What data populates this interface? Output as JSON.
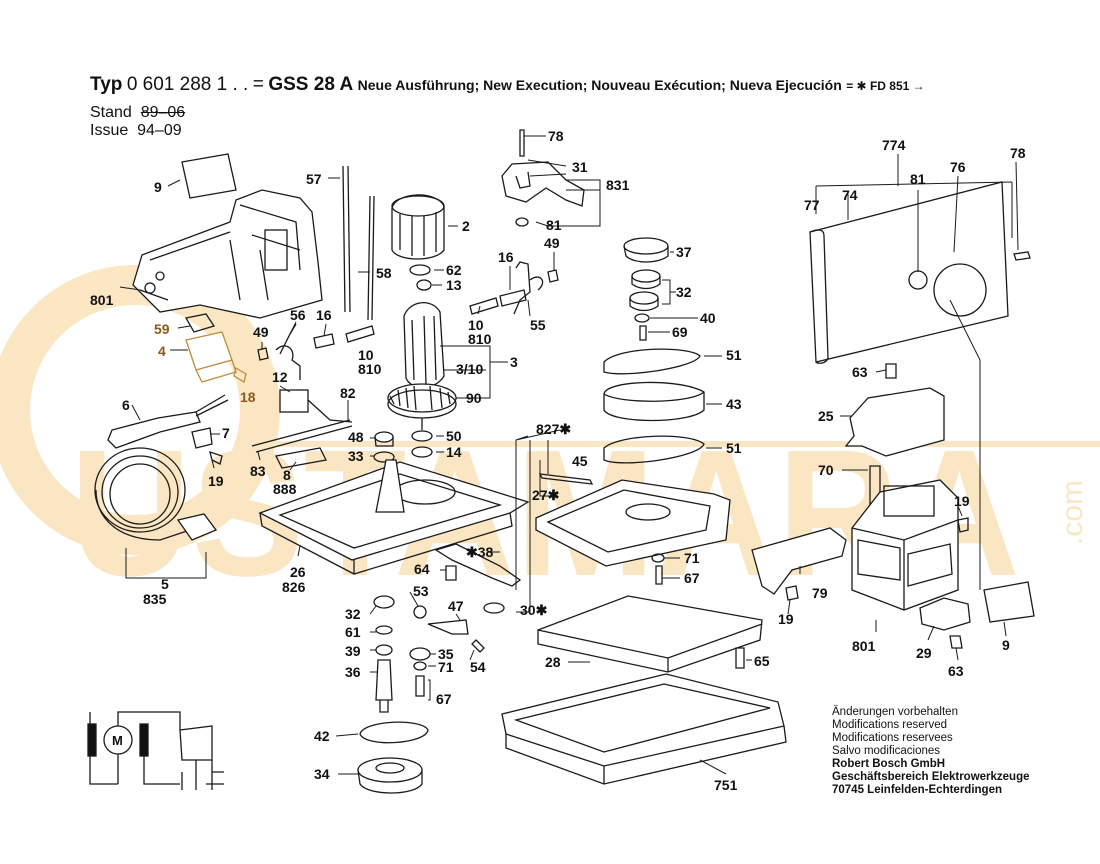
{
  "header": {
    "typ_label": "Typ",
    "type_number": "0 601 288 1 . .",
    "equals": "=",
    "model": "GSS 28 A",
    "execution_text": "Neue Ausführung; New Execution; Nouveau Exécution; Nueva Ejecución",
    "fd_ref": "= ✱ FD 851 →"
  },
  "stand": {
    "stand_label": "Stand",
    "stand_old_value": "89–06",
    "issue_label": "Issue",
    "issue_value": "94–09"
  },
  "notes": {
    "lines": [
      "Änderungen vorbehalten",
      "Modifications reserved",
      "Modifications reservees",
      "Salvo modificaciones"
    ],
    "company": [
      "Robert Bosch GmbH",
      "Geschäftsbereich Elektrowerkzeuge",
      "70745 Leinfelden-Echterdingen"
    ]
  },
  "watermark": {
    "text": "USTAMARA",
    "suffix": ".com",
    "color": "#f6c97a"
  },
  "colors": {
    "line": "#1a1a1a",
    "highlight": "#c08a3c"
  },
  "parts": {
    "p9a": "9",
    "p57": "57",
    "p58": "58",
    "p801a": "801",
    "p59": "59",
    "p4": "4",
    "p18": "18",
    "p6": "6",
    "p7": "7",
    "p19a": "19",
    "p5": "5",
    "p835": "835",
    "p49a": "49",
    "p56": "56",
    "p16a": "16",
    "p10a": "10",
    "p810a": "810",
    "p12": "12",
    "p82": "82",
    "p83": "83",
    "p8": "8",
    "p888": "888",
    "p48": "48",
    "p33": "33",
    "p50": "50",
    "p14": "14",
    "p26": "26",
    "p826": "826",
    "p2": "2",
    "p62": "62",
    "p13": "13",
    "p3": "3",
    "p310": "3/10",
    "p90": "90",
    "p78a": "78",
    "p31": "31",
    "p831": "831",
    "p81a": "81",
    "p16b": "16",
    "p49b": "49",
    "p55": "55",
    "p10b": "10",
    "p810b": "810",
    "p37": "37",
    "p32a": "32",
    "p40": "40",
    "p69": "69",
    "p51a": "51",
    "p43": "43",
    "p51b": "51",
    "p827": "827✱",
    "p45": "45",
    "p27": "27✱",
    "p38": "✱38",
    "p30": "30✱",
    "p71a": "71",
    "p67a": "67",
    "p64": "64",
    "p53": "53",
    "p47": "47",
    "p32b": "32",
    "p61": "61",
    "p39": "39",
    "p36": "36",
    "p35": "35",
    "p71b": "71",
    "p67b": "67",
    "p54": "54",
    "p42": "42",
    "p34": "34",
    "p28": "28",
    "p65": "65",
    "p751": "751",
    "p774": "774",
    "p78b": "78",
    "p77": "77",
    "p74": "74",
    "p81b": "81",
    "p76": "76",
    "p63a": "63",
    "p25": "25",
    "p70": "70",
    "p19b": "19",
    "p79": "79",
    "p19c": "19",
    "p801b": "801",
    "p29": "29",
    "p63b": "63",
    "p9b": "9"
  },
  "schematic": {
    "motor_symbol": "M"
  }
}
